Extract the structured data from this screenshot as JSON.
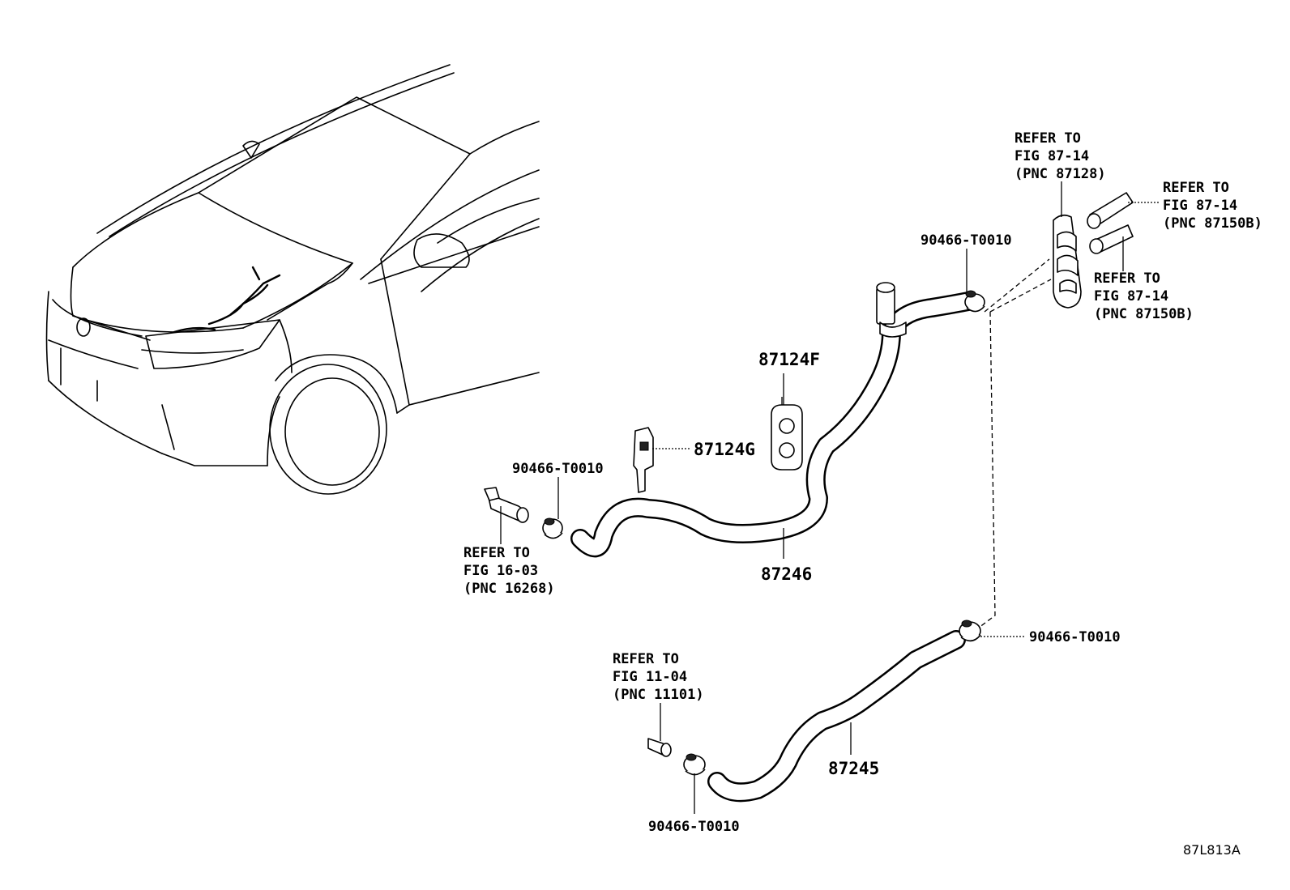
{
  "diagram": {
    "code": "87L813A",
    "parts": [
      {
        "id": "p87246",
        "number": "87246"
      },
      {
        "id": "p87245",
        "number": "87245"
      },
      {
        "id": "p87124F",
        "number": "87124F"
      },
      {
        "id": "p87124G",
        "number": "87124G"
      }
    ],
    "clamps": [
      {
        "id": "clamp_top",
        "number": "90466-T0010"
      },
      {
        "id": "clamp_left",
        "number": "90466-T0010"
      },
      {
        "id": "clamp_right",
        "number": "90466-T0010"
      },
      {
        "id": "clamp_bottom",
        "number": "90466-T0010"
      }
    ],
    "references": [
      {
        "id": "ref_87128",
        "lines": [
          "REFER TO",
          "FIG 87-14",
          "(PNC 87128)"
        ]
      },
      {
        "id": "ref_87150b_upper",
        "lines": [
          "REFER TO",
          "FIG 87-14",
          "(PNC 87150B)"
        ]
      },
      {
        "id": "ref_87150b_lower",
        "lines": [
          "REFER TO",
          "FIG 87-14",
          "(PNC 87150B)"
        ]
      },
      {
        "id": "ref_16268",
        "lines": [
          "REFER TO",
          "FIG 16-03",
          "(PNC 16268)"
        ]
      },
      {
        "id": "ref_11101",
        "lines": [
          "REFER TO",
          "FIG 11-04",
          "(PNC 11101)"
        ]
      }
    ]
  }
}
